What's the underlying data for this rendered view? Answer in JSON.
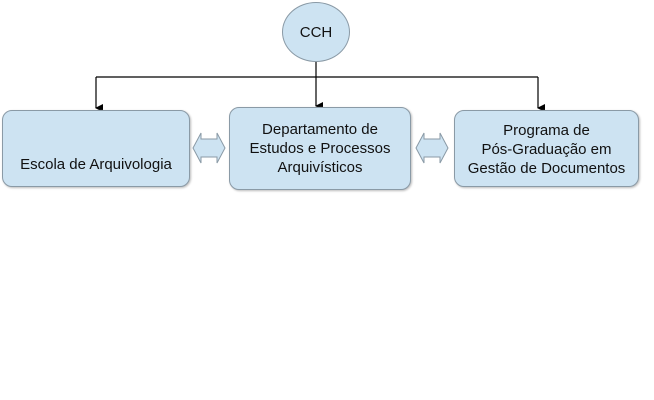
{
  "root": {
    "label": "CCH"
  },
  "children": [
    {
      "lines": [
        "Escola de Arquivologia"
      ]
    },
    {
      "lines": [
        "Departamento de",
        "Estudos e Processos",
        "Arquivísticos"
      ]
    },
    {
      "lines": [
        "Programa de",
        "Pós-Graduação em",
        "Gestão de Documentos"
      ]
    }
  ],
  "colors": {
    "fill": "#cde3f2",
    "stroke": "#8a9aa6",
    "line": "#000000"
  }
}
